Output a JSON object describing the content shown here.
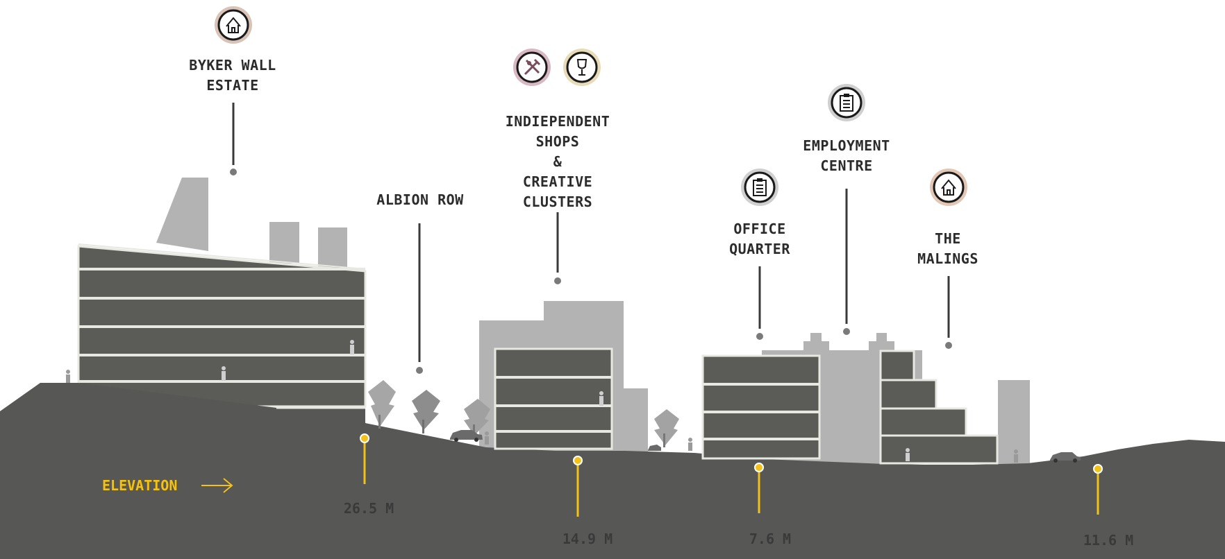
{
  "labels": {
    "byker": [
      "BYKER WALL",
      "ESTATE"
    ],
    "albion": [
      "ALBION ROW"
    ],
    "shops": [
      "INDIEPENDENT",
      "SHOPS",
      "&",
      "CREATIVE",
      "CLUSTERS"
    ],
    "employment": [
      "EMPLOYMENT",
      "CENTRE"
    ],
    "office": [
      "OFFICE",
      "QUARTER"
    ],
    "malings": [
      "THE",
      "MALINGS"
    ]
  },
  "elevation": {
    "title": "ELEVATION",
    "markers": [
      "26.5 M",
      "14.9 M",
      "7.6 M",
      "11.6 M"
    ]
  },
  "icons": [
    "house-icon",
    "tools-icon",
    "wine-glass-icon",
    "clipboard-icon",
    "clipboard-icon",
    "house-icon"
  ],
  "colors": {
    "ground": "#575755",
    "building-light": "#b3b3b3",
    "floor": "#5b5b58",
    "accent": "#f2c21b"
  }
}
